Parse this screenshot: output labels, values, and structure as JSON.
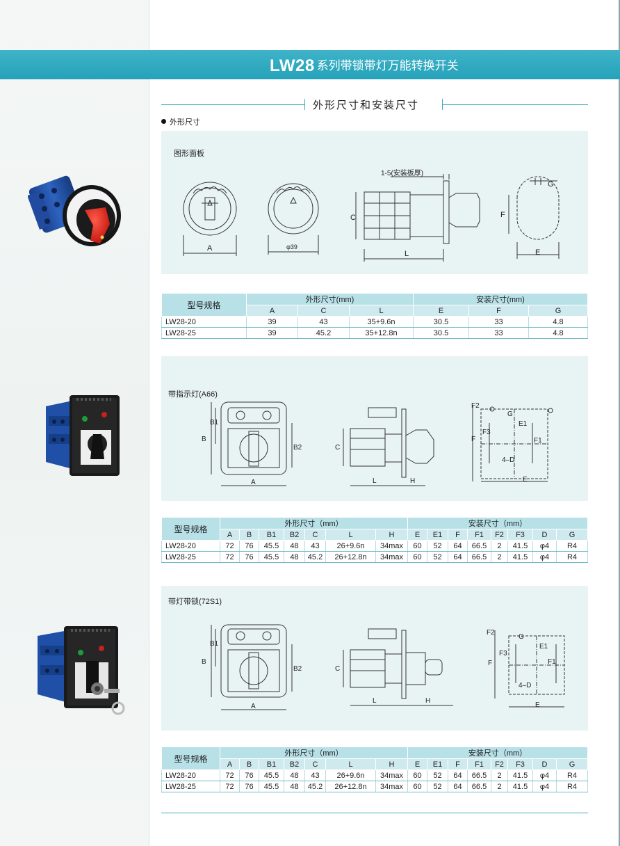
{
  "banner": {
    "model": "LW28",
    "title": "系列带锁带灯万能转换开关"
  },
  "section_title": "外形尺寸和安装尺寸",
  "subsection_title": "外形尺寸",
  "panels": [
    {
      "label": "图形面板",
      "dims": {
        "a": "A",
        "phi": "φ39",
        "plate": "1-5(安装板厚)",
        "c": "C",
        "l": "L",
        "g": "G",
        "f": "F",
        "e": "E"
      }
    },
    {
      "label": "带指示灯(A66)",
      "dims": {
        "b": "B",
        "b1": "B1",
        "b2": "B2",
        "a": "A",
        "c": "C",
        "l": "L",
        "h": "H",
        "f2": "F2",
        "g": "G",
        "e1": "E1",
        "f3": "F3",
        "f": "F",
        "f1": "F1",
        "d": "4–D",
        "e": "E"
      }
    },
    {
      "label": "带灯带锁(72S1)",
      "dims": {
        "b": "B",
        "b1": "B1",
        "b2": "B2",
        "a": "A",
        "c": "C",
        "l": "L",
        "h": "H",
        "f2": "F2",
        "g": "G",
        "e1": "E1",
        "f3": "F3",
        "f": "F",
        "f1": "F1",
        "d": "4–D",
        "e": "E"
      }
    }
  ],
  "table1": {
    "model_header": "型号规格",
    "group_outline": "外形尺寸(mm)",
    "group_install": "安装尺寸(mm)",
    "columns": [
      "A",
      "C",
      "L",
      "E",
      "F",
      "G"
    ],
    "rows": [
      [
        "LW28-20",
        "39",
        "43",
        "35+9.6n",
        "30.5",
        "33",
        "4.8"
      ],
      [
        "LW28-25",
        "39",
        "45.2",
        "35+12.8n",
        "30.5",
        "33",
        "4.8"
      ]
    ]
  },
  "table2": {
    "model_header": "型号规格",
    "group_outline": "外形尺寸（mm）",
    "group_install": "安装尺寸（mm）",
    "columns": [
      "A",
      "B",
      "B1",
      "B2",
      "C",
      "L",
      "H",
      "E",
      "E1",
      "F",
      "F1",
      "F2",
      "F3",
      "D",
      "G"
    ],
    "rows": [
      [
        "LW28-20",
        "72",
        "76",
        "45.5",
        "48",
        "43",
        "26+9.6n",
        "34max",
        "60",
        "52",
        "64",
        "66.5",
        "2",
        "41.5",
        "φ4",
        "R4"
      ],
      [
        "LW28-25",
        "72",
        "76",
        "45.5",
        "48",
        "45.2",
        "26+12.8n",
        "34max",
        "60",
        "52",
        "64",
        "66.5",
        "2",
        "41.5",
        "φ4",
        "R4"
      ]
    ]
  },
  "table3": {
    "model_header": "型号规格",
    "group_outline": "外形尺寸（mm）",
    "group_install": "安装尺寸（mm）",
    "columns": [
      "A",
      "B",
      "B1",
      "B2",
      "C",
      "L",
      "H",
      "E",
      "E1",
      "F",
      "F1",
      "F2",
      "F3",
      "D",
      "G"
    ],
    "rows": [
      [
        "LW28-20",
        "72",
        "76",
        "45.5",
        "48",
        "43",
        "26+9.6n",
        "34max",
        "60",
        "52",
        "64",
        "66.5",
        "2",
        "41.5",
        "φ4",
        "R4"
      ],
      [
        "LW28-25",
        "72",
        "76",
        "45.5",
        "48",
        "45.2",
        "26+12.8n",
        "34max",
        "60",
        "52",
        "64",
        "66.5",
        "2",
        "41.5",
        "φ4",
        "R4"
      ]
    ]
  },
  "colors": {
    "banner": "#2aa6bd",
    "panel": "#e8f3f4",
    "table_header": "#b8e0e7",
    "rule": "#46a8bd"
  }
}
